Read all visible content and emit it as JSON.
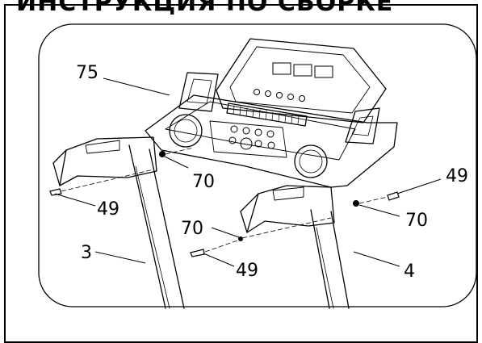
{
  "heading": "ИНСТРУКЦИЯ ПО СБОРКЕ",
  "callouts": {
    "c75": "75",
    "c70_upper": "70",
    "c49_left": "49",
    "c49_right": "49",
    "c70_right": "70",
    "c70_lower": "70",
    "c3": "3",
    "c49_lower": "49",
    "c4": "4"
  }
}
